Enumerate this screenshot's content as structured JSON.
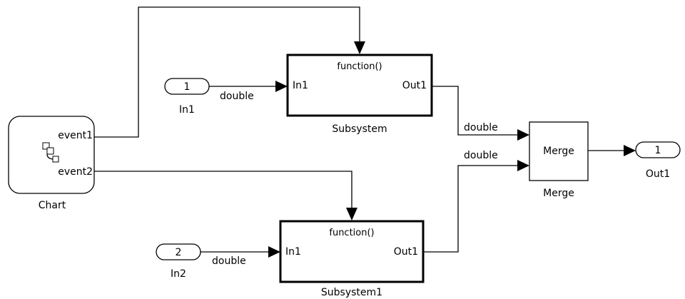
{
  "chart": {
    "name": "Chart",
    "ports": [
      "event1",
      "event2"
    ],
    "icon": "stateflow-chart-icon"
  },
  "in1": {
    "number": "1",
    "name": "In1"
  },
  "in2": {
    "number": "2",
    "name": "In2"
  },
  "out1": {
    "number": "1",
    "name": "Out1"
  },
  "subsystem": {
    "name": "Subsystem",
    "trigger": "function()",
    "in_port": "In1",
    "out_port": "Out1"
  },
  "subsystem1": {
    "name": "Subsystem1",
    "trigger": "function()",
    "in_port": "In1",
    "out_port": "Out1"
  },
  "merge": {
    "name": "Merge",
    "label": "Merge"
  },
  "signals": {
    "in1_type": "double",
    "in2_type": "double",
    "merge_top_type": "double",
    "merge_bottom_type": "double"
  }
}
